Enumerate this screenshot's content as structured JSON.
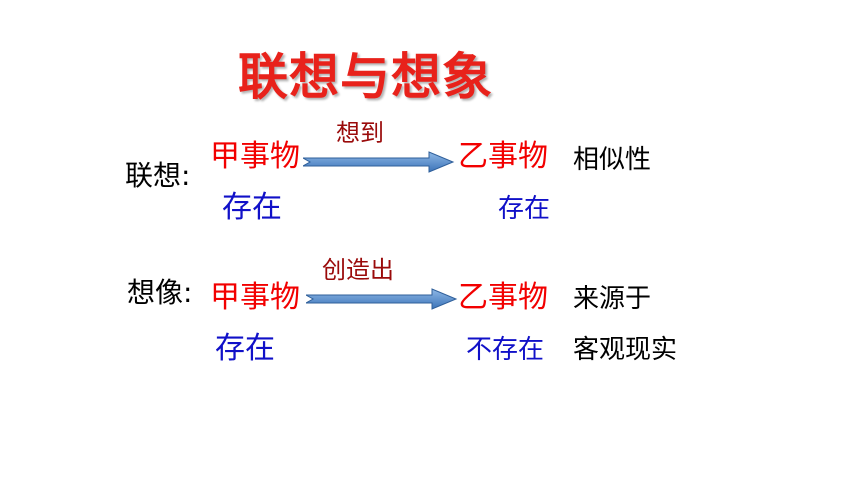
{
  "title": "联想与想象",
  "association": {
    "label": "联想:",
    "source": "甲事物",
    "verb": "想到",
    "target": "乙事物",
    "property": "相似性",
    "source_state": "存在",
    "target_state": "存在"
  },
  "imagination": {
    "label": "想像:",
    "source": "甲事物",
    "verb": "创造出",
    "target": "乙事物",
    "property_line1": "来源于",
    "property_line2": "客观现实",
    "source_state": "存在",
    "target_state": "不存在"
  },
  "colors": {
    "title": "#e8221b",
    "entity": "#f20000",
    "state": "#1010c8",
    "verb": "#9a0a0a",
    "arrow": "#4a86c8"
  }
}
